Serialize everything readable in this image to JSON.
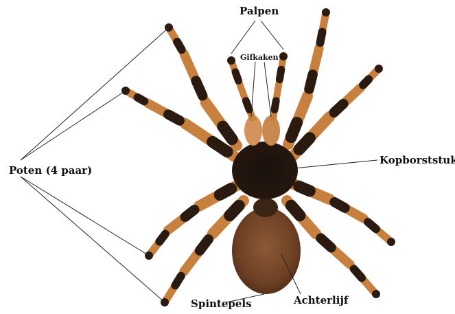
{
  "labels": {
    "palpen": "Palpen",
    "gifkaken": "Gifkaken",
    "poten": "Poten (4 paar)",
    "kopborststuk": "Kopborststuk",
    "achterlijf": "Achterlijf",
    "spintepels": "Spintepels"
  },
  "colors": {
    "background": "#ffffff",
    "leader_line": "#222222",
    "leg_dark": "#2a1a10",
    "leg_light": "#c8803e",
    "body_dark": "#1e140e",
    "abdomen": "#7a4a2a"
  }
}
